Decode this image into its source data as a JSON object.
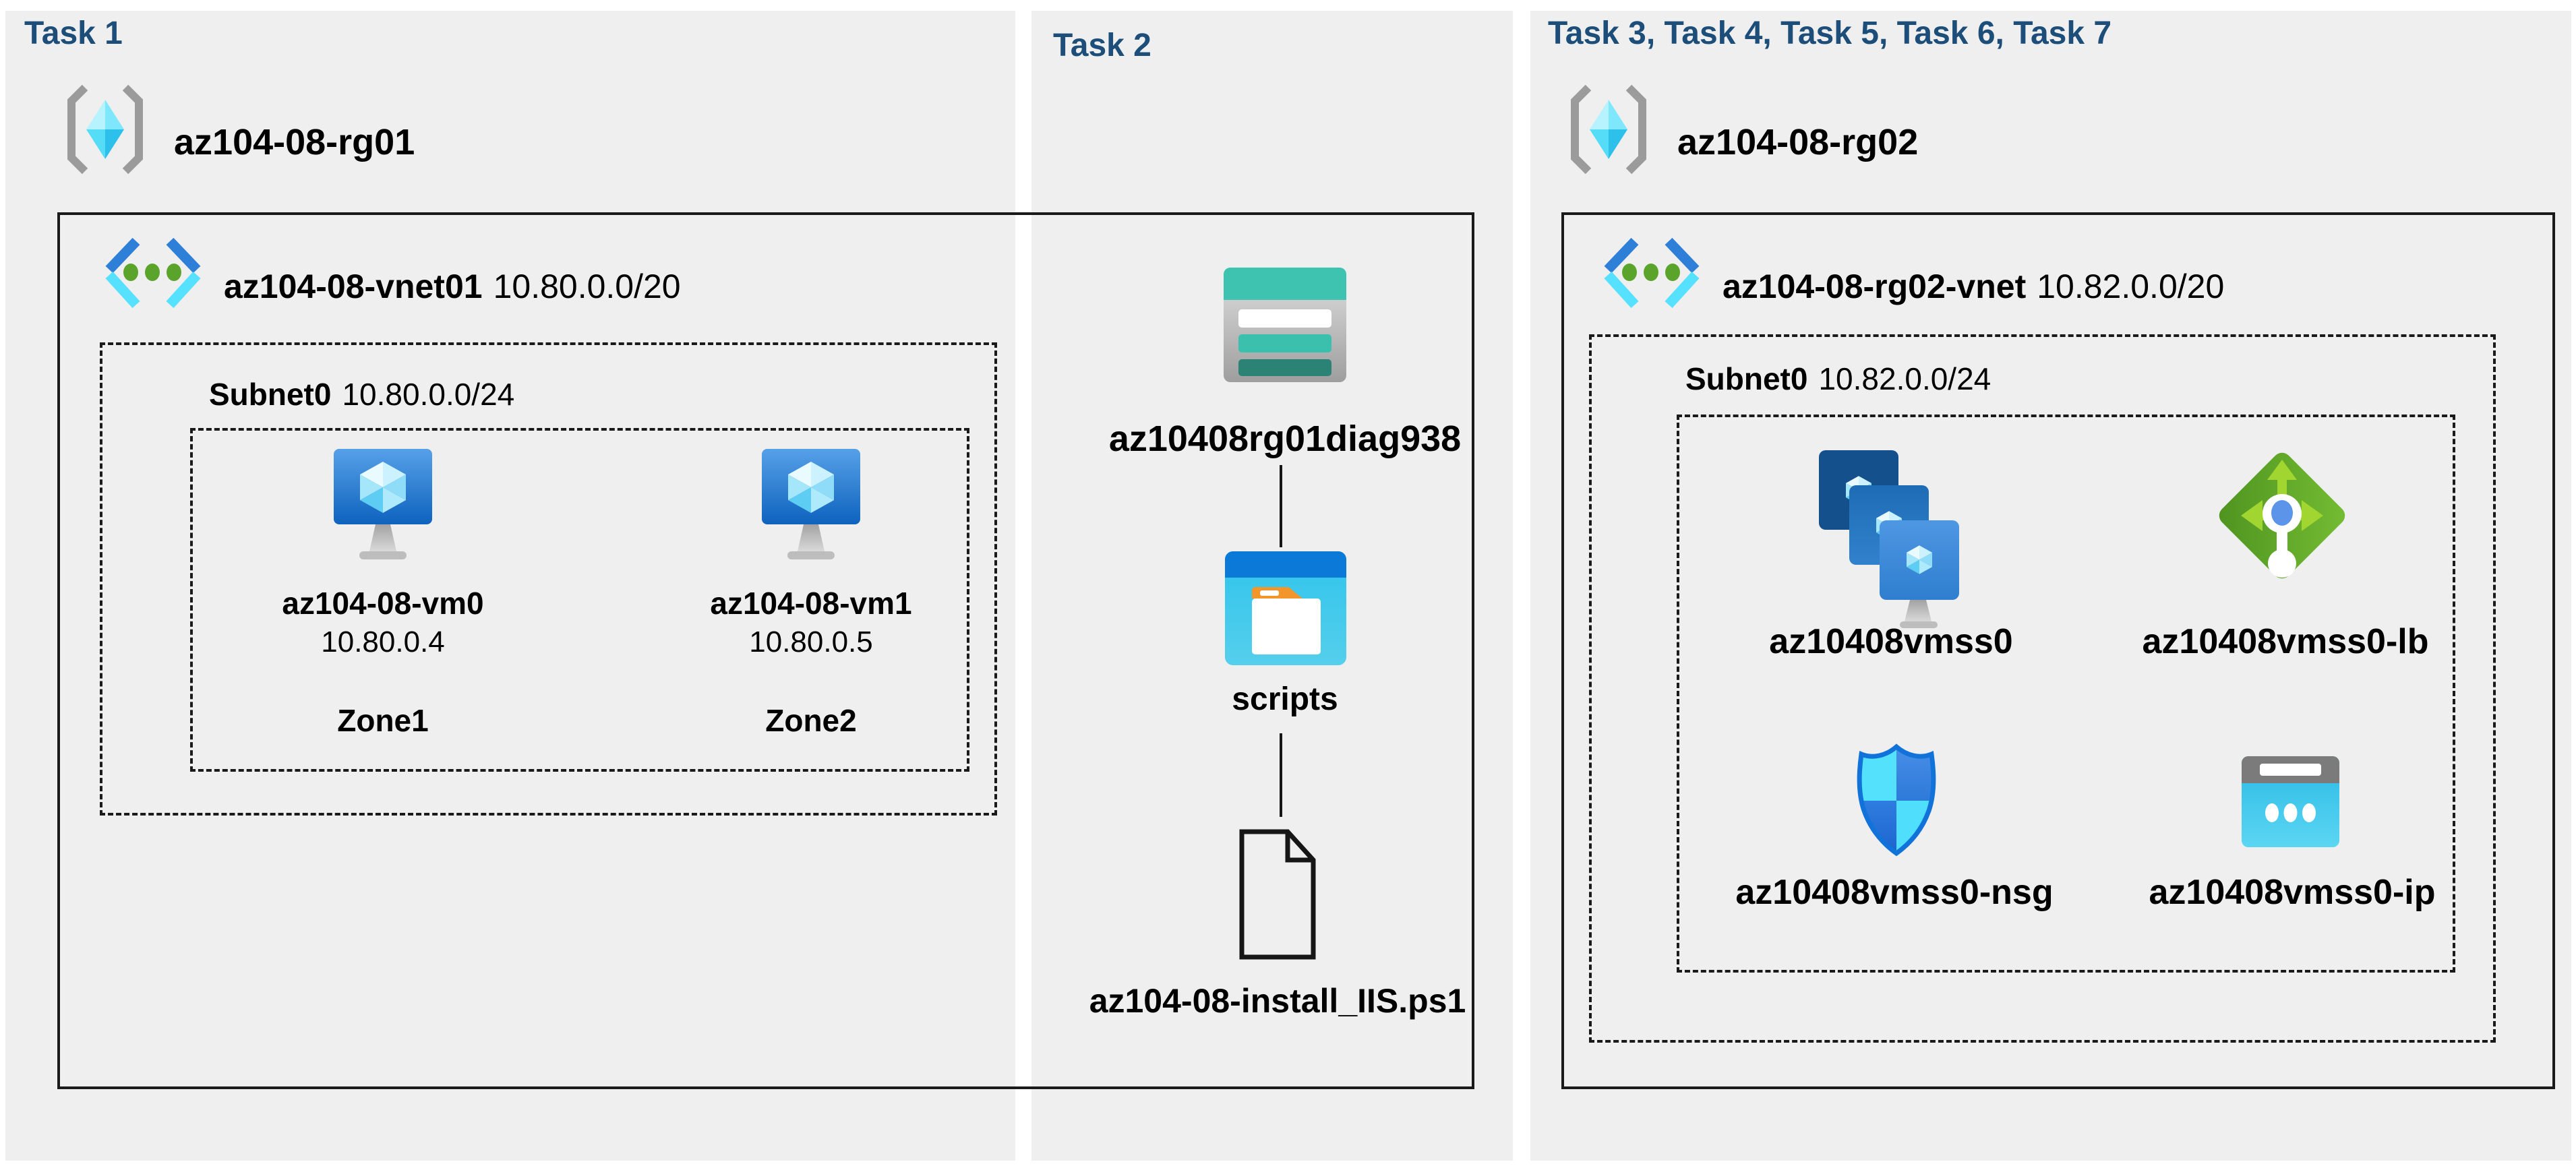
{
  "colors": {
    "page_bg": "#ffffff",
    "panel_bg": "#efefef",
    "title_navy": "#1c4e79",
    "text": "#000000",
    "border": "#1a1a1a",
    "azure_blue": "#2e7fd8",
    "cyan": "#55e1ff",
    "vnet_dot_green": "#5aa42c",
    "lb_green": "#6cb42e",
    "lb_arrow_green": "#a1d52f",
    "storage_teal": "#3fc3b1",
    "storage_teal_dark": "#2b8376",
    "folder_band_blue": "#0b79d8",
    "folder_cyan": "#3cc7ec",
    "folder_tab_orange": "#f2952b",
    "nsg_outline_blue": "#1173da",
    "ip_gray": "#7b7b7b"
  },
  "icons": {
    "resource_group": "resource-group-brackets-cube-icon",
    "virtual_network": "vnet-chevrons-dots-icon",
    "virtual_machine": "vm-monitor-cube-icon",
    "storage_account": "storage-table-icon",
    "container": "folder-window-icon",
    "file": "document-outline-icon",
    "vmss": "vm-scale-set-stacked-icon",
    "load_balancer": "load-balancer-diamond-icon",
    "nsg": "shield-icon",
    "public_ip": "public-ip-icon"
  },
  "panels": {
    "task1": {
      "title": "Task 1",
      "resource_group": "az104-08-rg01",
      "vnet_name": "az104-08-vnet01",
      "vnet_cidr": "10.80.0.0/20",
      "subnet_name": "Subnet0",
      "subnet_cidr": "10.80.0.0/24",
      "vms": [
        {
          "name": "az104-08-vm0",
          "ip": "10.80.0.4",
          "zone": "Zone1"
        },
        {
          "name": "az104-08-vm1",
          "ip": "10.80.0.5",
          "zone": "Zone2"
        }
      ]
    },
    "task2": {
      "title": "Task 2",
      "storage_account": "az10408rg01diag938",
      "container": "scripts",
      "script_file": "az104-08-install_IIS.ps1"
    },
    "task3to7": {
      "title": "Task 3, Task 4, Task 5, Task 6, Task 7",
      "resource_group": "az104-08-rg02",
      "vnet_name": "az104-08-rg02-vnet",
      "vnet_cidr": "10.82.0.0/20",
      "subnet_name": "Subnet0",
      "subnet_cidr": "10.82.0.0/24",
      "resources": [
        {
          "name": "az10408vmss0",
          "type": "virtual-machine-scale-set"
        },
        {
          "name": "az10408vmss0-lb",
          "type": "load-balancer"
        },
        {
          "name": "az10408vmss0-nsg",
          "type": "network-security-group"
        },
        {
          "name": "az10408vmss0-ip",
          "type": "public-ip-address"
        }
      ]
    }
  }
}
